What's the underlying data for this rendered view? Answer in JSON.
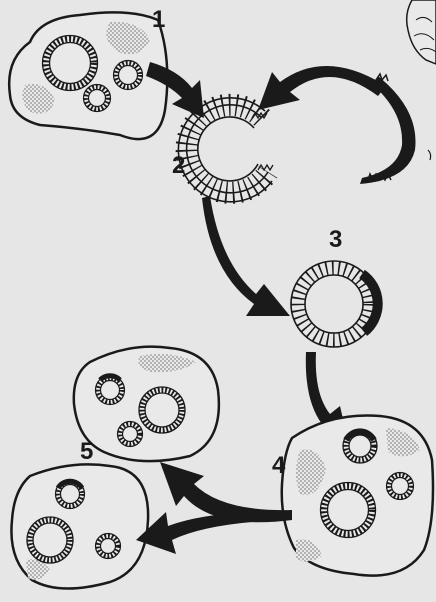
{
  "colors": {
    "background": "#e6e6e6",
    "tissue_fill": "#e9e9e9",
    "ink": "#1a1a1a",
    "stipple": "#9a9a9a"
  },
  "labels": {
    "stage_1": "1",
    "stage_2": "2",
    "stage_3": "3",
    "stage_4": "4",
    "stage_5": "5"
  }
}
